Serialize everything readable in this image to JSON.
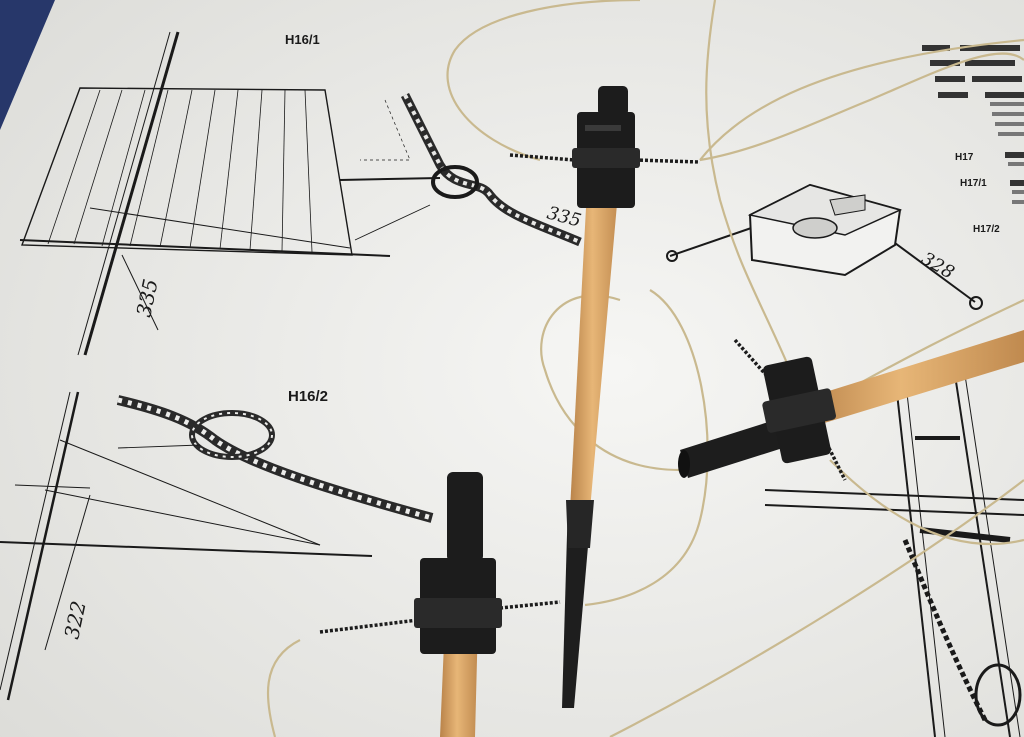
{
  "plan_labels": {
    "h16_1": "H16/1",
    "h16_2": "H16/2",
    "side_h17": "H17",
    "side_h17_1": "H17/1",
    "side_h17_2": "H17/2"
  },
  "part_numbers": {
    "p335_a": "335",
    "p335_b": "335",
    "p322": "322",
    "p328": "328"
  },
  "colors": {
    "paper": "#f1f1ef",
    "ink": "#1a1a1a",
    "wood": "#d8a566",
    "block": "#1c1c1c",
    "thread": "#cdbf98"
  }
}
